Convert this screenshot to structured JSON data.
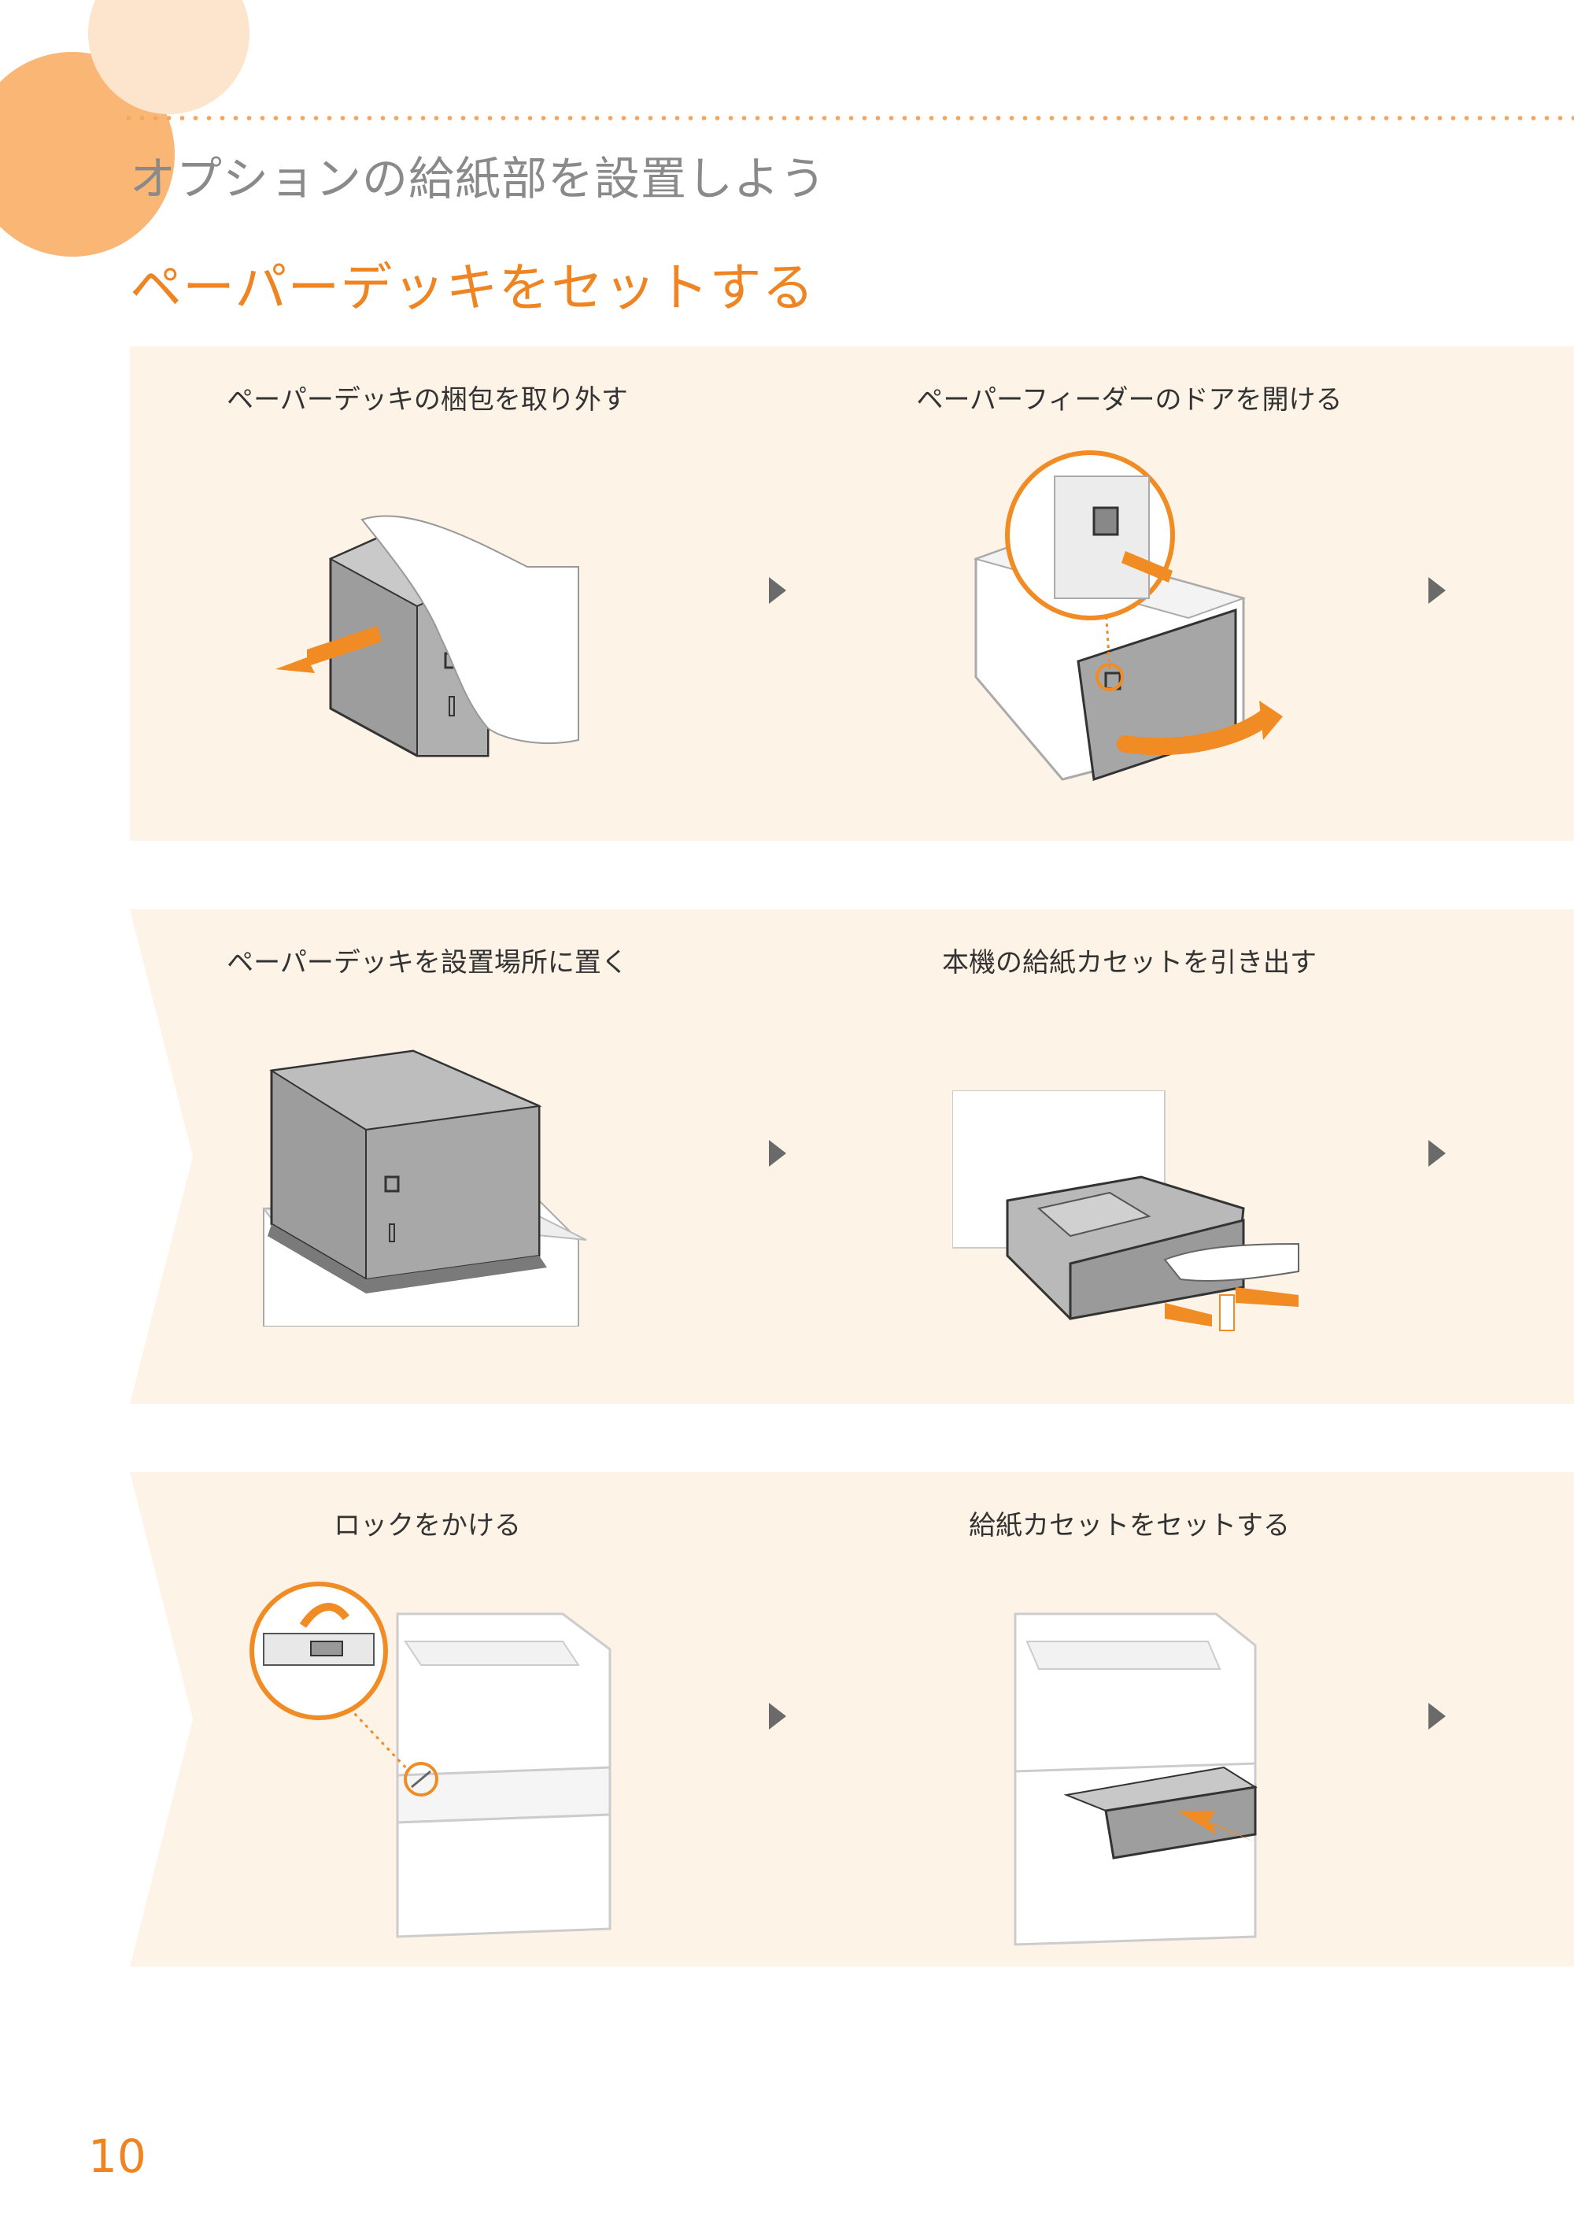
{
  "header": {
    "section_title": "オプションの給紙部を設置しよう",
    "main_title": "ペーパーデッキをセットする"
  },
  "steps": [
    {
      "label": "ペーパーデッキの梱包を取り外す"
    },
    {
      "label": "ペーパーフィーダーのドアを開ける"
    },
    {
      "label": "ペーパーデッキを設置場所に置く"
    },
    {
      "label": "本機の給紙カセットを引き出す"
    },
    {
      "label": "ロックをかける"
    },
    {
      "label": "給紙カセットをセットする"
    }
  ],
  "footer": {
    "page_number": "10"
  },
  "colors": {
    "accent": "#ee8422",
    "panel": "#fef3e7",
    "circle_dark": "#f9b675",
    "circle_light": "#fde4cc",
    "arrow": "#6a6a6a"
  },
  "icons": [
    "step-arrow-icon",
    "orange-arrow-icon",
    "zoom-circle-icon"
  ]
}
